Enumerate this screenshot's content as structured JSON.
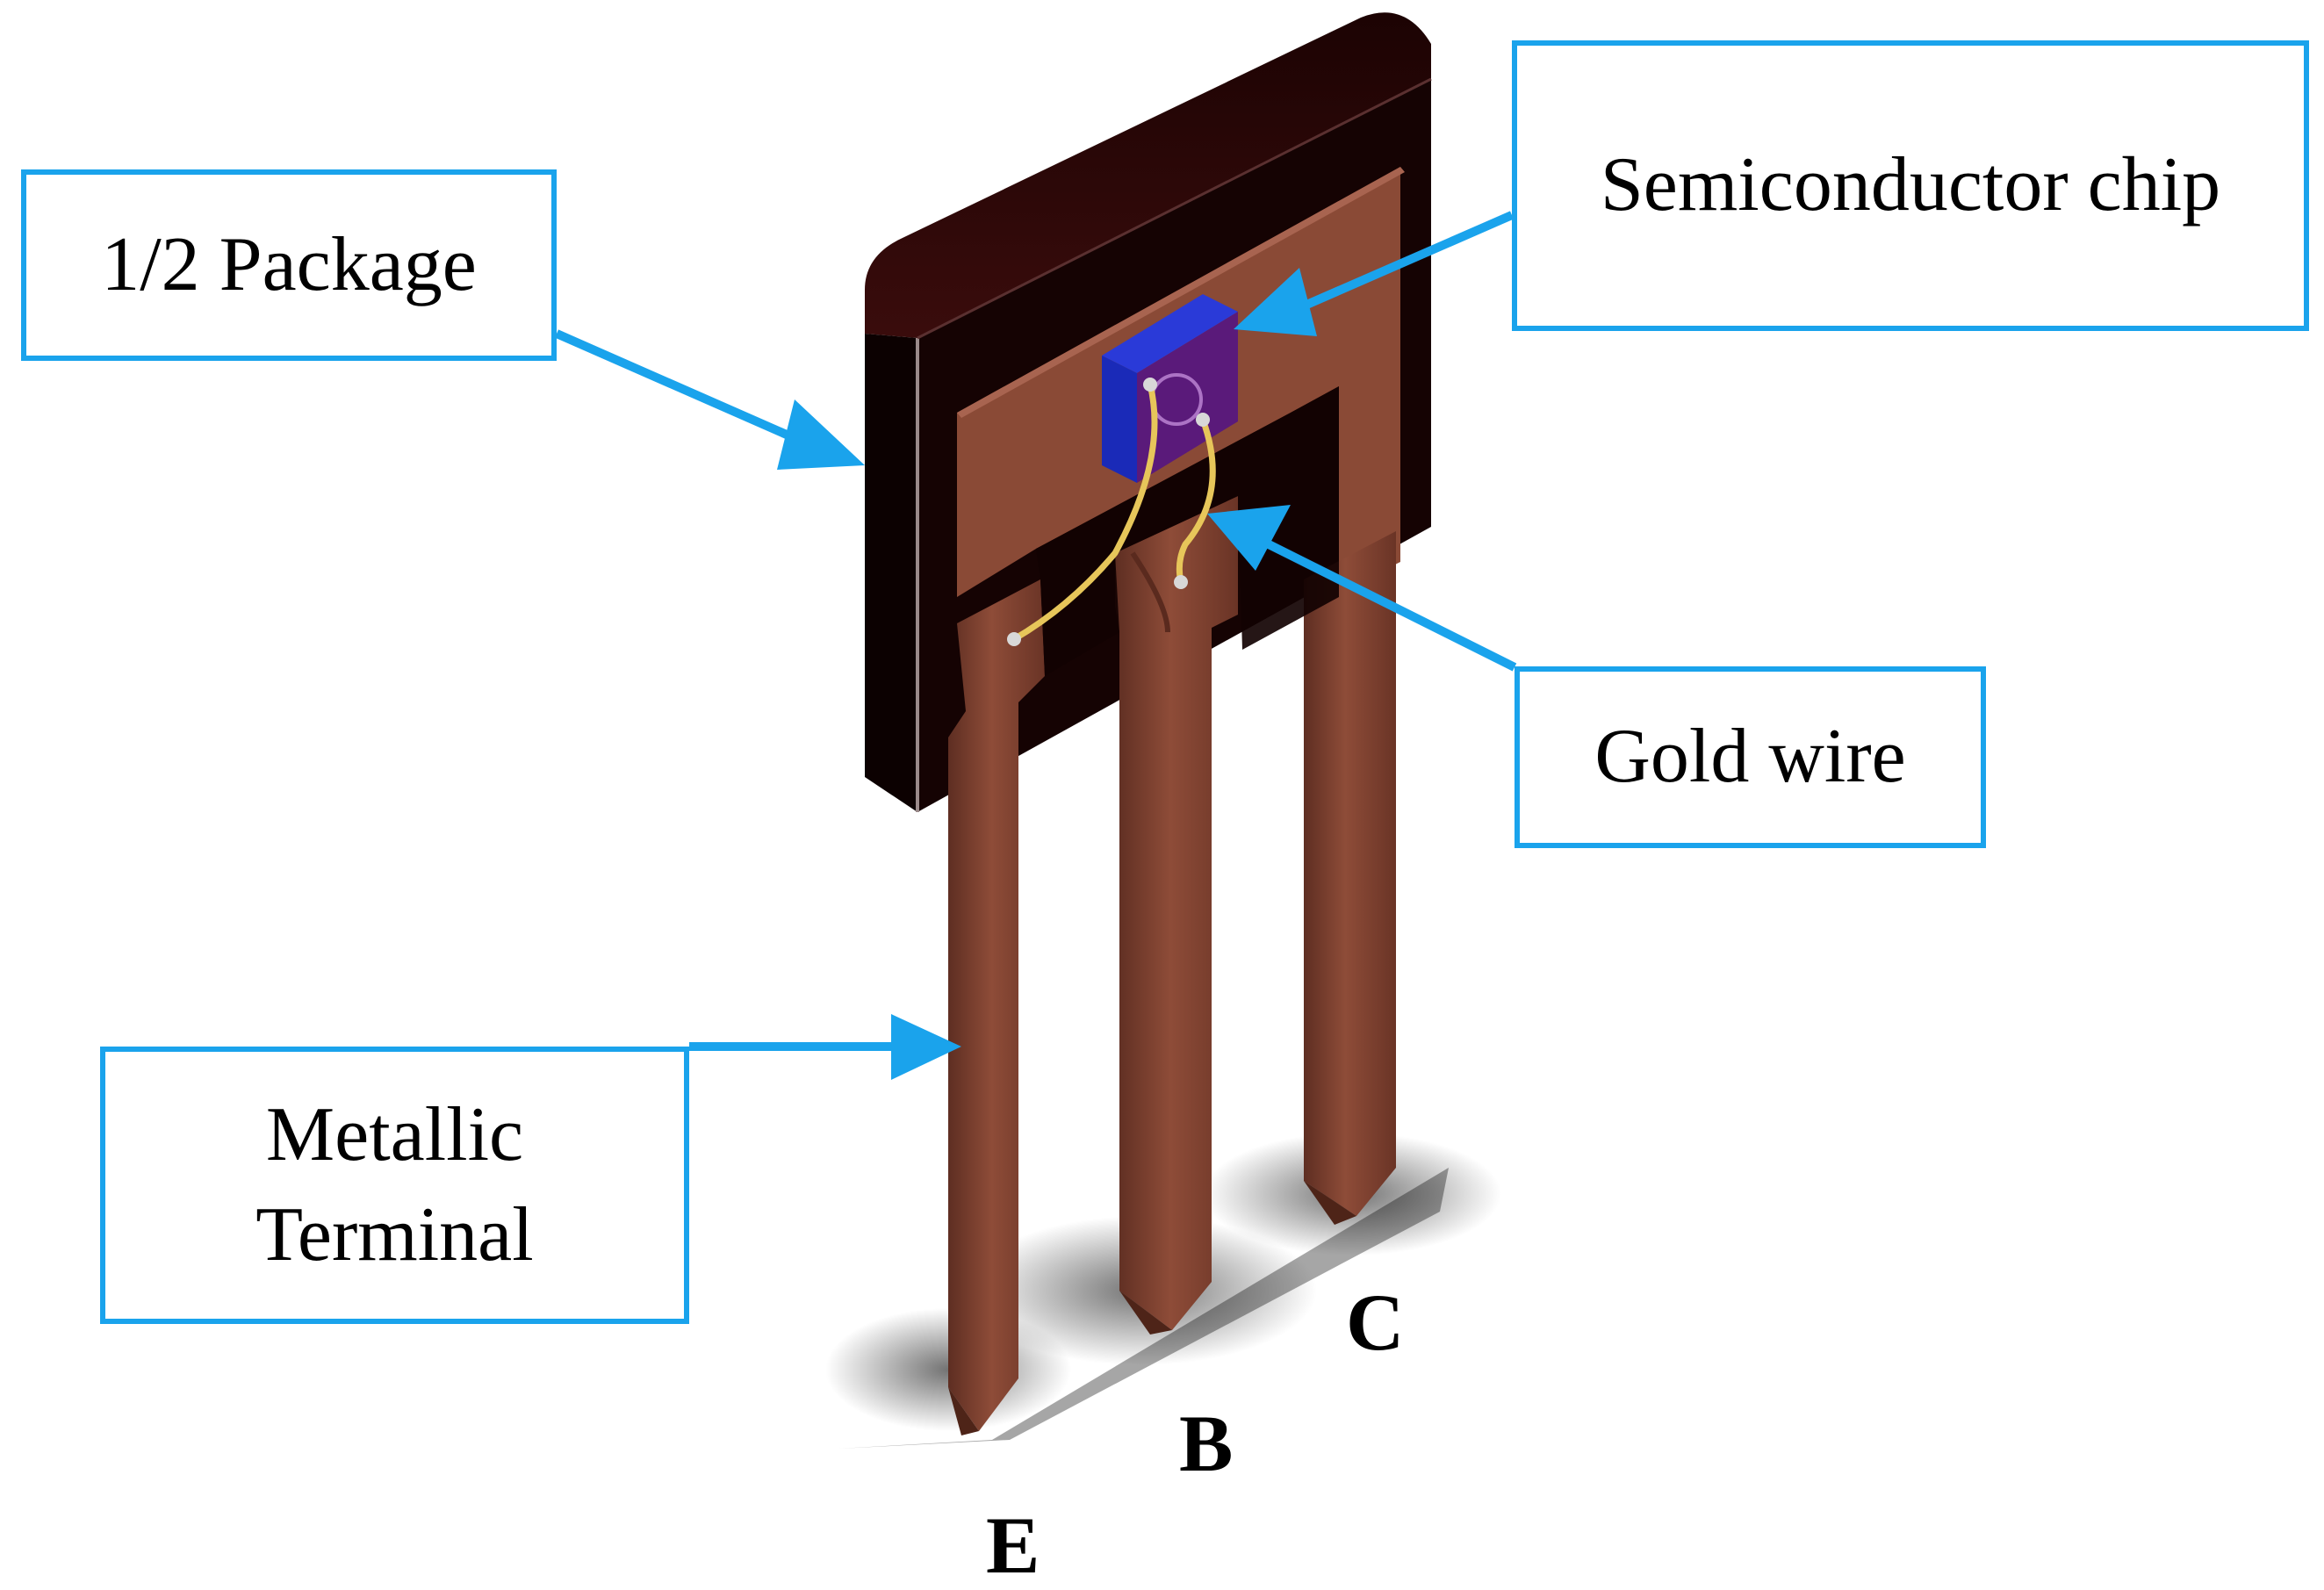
{
  "labels": {
    "package": "1/2 Package",
    "chip": "Semiconductor chip",
    "wire": "Gold wire",
    "terminal_line1": "Metallic",
    "terminal_line2": "Terminal"
  },
  "pins": {
    "collector": "C",
    "base": "B",
    "emitter": "E"
  },
  "colors": {
    "callout": "#1aa3ec",
    "package_body": "#1a0505",
    "leadframe": "#8a4a36",
    "chip_top": "#2a3ad8",
    "chip_face": "#5a1a7a",
    "gold_wire": "#e7c65a"
  }
}
